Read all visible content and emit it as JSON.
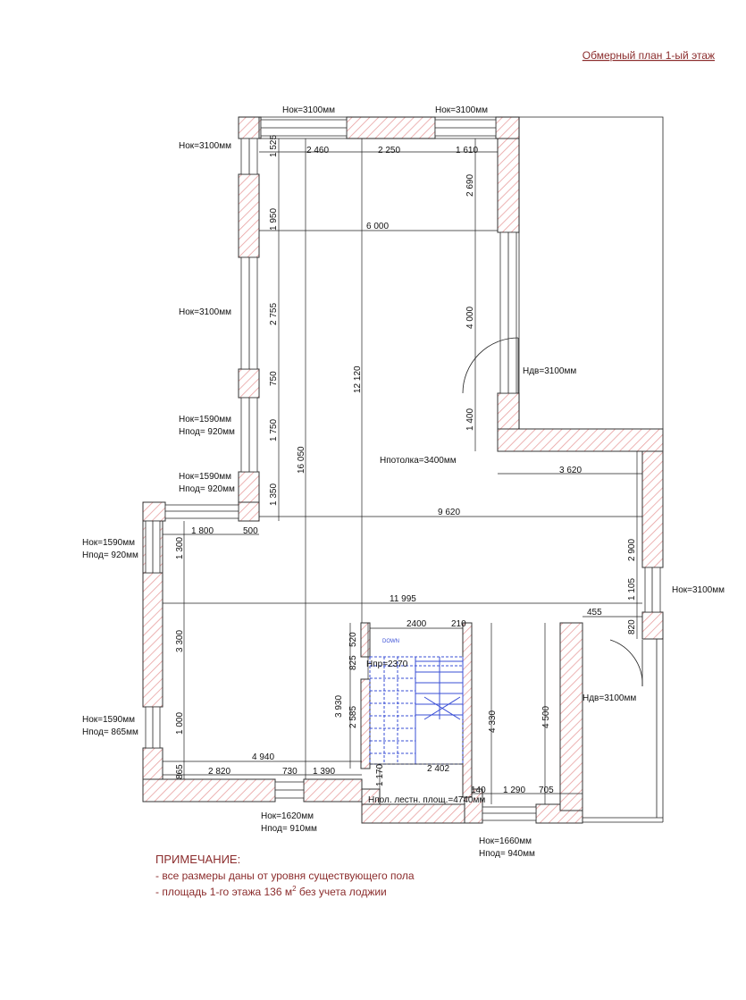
{
  "title": "Обмерный план 1-ый этаж",
  "dimensions": {
    "top_h1": "1 525",
    "top_2460": "2 460",
    "top_2250": "2 250",
    "top_1610": "1 610",
    "v_2690": "2 690",
    "v_1950": "1 950",
    "h_6000": "6 000",
    "v_4000": "4 000",
    "v_2755": "2 755",
    "v_12120": "12 120",
    "v_750": "750",
    "v_1400": "1 400",
    "v_1750": "1 750",
    "v_16050": "16 050",
    "h_3620": "3 620",
    "v_1350": "1 350",
    "h_9620": "9 620",
    "h_1800": "1 800",
    "h_500": "500",
    "v_1300": "1 300",
    "v_2900": "2 900",
    "v_1105": "1 105",
    "h_11995": "11 995",
    "h_455": "455",
    "h_2400": "2400",
    "h_210": "210",
    "v_520": "520",
    "v_820": "820",
    "v_825": "825",
    "v_3300": "3 300",
    "v_3930": "3 930",
    "v_2585": "2 585",
    "v_4330": "4 330",
    "v_4500": "4 500",
    "v_1000": "1 000",
    "h_4940": "4 940",
    "h_2402": "2 402",
    "v_865": "865",
    "h_2820": "2 820",
    "h_730": "730",
    "h_1390": "1 390",
    "v_1170": "1 170",
    "h_140": "140",
    "h_1290": "1 290",
    "h_705": "705"
  },
  "labels": {
    "top_win_1": "Hок=3100мм",
    "top_win_2": "Hок=3100мм",
    "left_win_1": "Hок=3100мм",
    "left_win_2": "Hок=3100мм",
    "left_win_3a": "Hок=1590мм",
    "left_win_3b": "Hпод= 920мм",
    "left_win_4a": "Hок=1590мм",
    "left_win_4b": "Hпод= 920мм",
    "left_win_5a": "Hок=1590мм",
    "left_win_5b": "Hпод= 920мм",
    "left_win_6a": "Hок=1590мм",
    "left_win_6b": "Hпод= 865мм",
    "door_1": "Hдв=3100мм",
    "door_2": "Hдв=3100мм",
    "right_win": "Hок=3100мм",
    "ceiling": "Hпотолка=3400мм",
    "stair_h": "Hпр=2370",
    "stair_floor": "Hпол. лестн. площ.=4740мм",
    "bottom_win_1a": "Hок=1620мм",
    "bottom_win_1b": "Hпод= 910мм",
    "bottom_win_2a": "Hок=1660мм",
    "bottom_win_2b": "Hпод= 940мм",
    "stair_down": "DOWN"
  },
  "notes": {
    "heading": "ПРИМЕЧАНИЕ:",
    "line1": "- все размеры даны от уровня существующего пола",
    "line2_a": "- площадь 1-го этажа 136 м",
    "line2_sup": "2",
    "line2_b": " без учета лоджии"
  },
  "colors": {
    "hatch": "#e8a0a0",
    "note": "#8b2c2c",
    "stair": "#3a4fd6"
  }
}
